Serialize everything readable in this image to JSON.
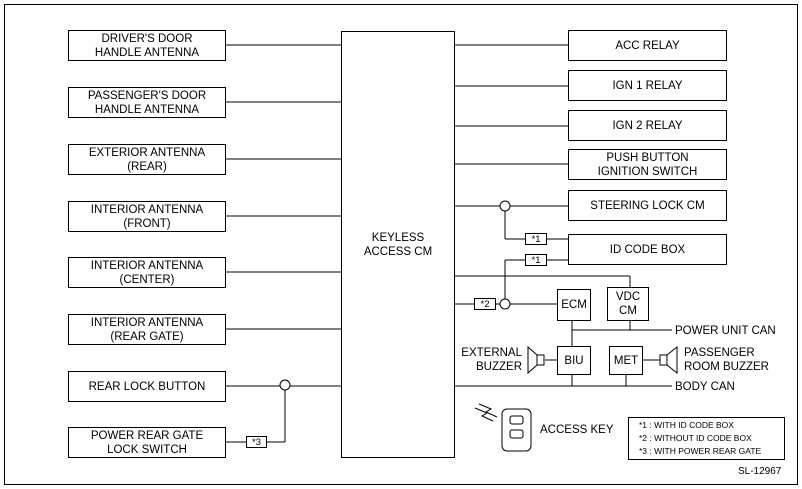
{
  "left_components": [
    {
      "line1": "DRIVER'S DOOR",
      "line2": "HANDLE ANTENNA"
    },
    {
      "line1": "PASSENGER'S DOOR",
      "line2": "HANDLE ANTENNA"
    },
    {
      "line1": "EXTERIOR ANTENNA",
      "line2": "(REAR)"
    },
    {
      "line1": "INTERIOR ANTENNA",
      "line2": "(FRONT)"
    },
    {
      "line1": "INTERIOR ANTENNA",
      "line2": "(CENTER)"
    },
    {
      "line1": "INTERIOR ANTENNA",
      "line2": "(REAR GATE)"
    },
    {
      "line1": "REAR LOCK BUTTON",
      "line2": ""
    },
    {
      "line1": "POWER REAR GATE",
      "line2": "LOCK SWITCH"
    }
  ],
  "center": {
    "line1": "KEYLESS",
    "line2": "ACCESS CM"
  },
  "right_components": [
    {
      "line1": "ACC RELAY",
      "line2": ""
    },
    {
      "line1": "IGN 1 RELAY",
      "line2": ""
    },
    {
      "line1": "IGN 2 RELAY",
      "line2": ""
    },
    {
      "line1": "PUSH BUTTON",
      "line2": "IGNITION SWITCH"
    },
    {
      "line1": "STEERING LOCK CM",
      "line2": ""
    },
    {
      "line1": "ID CODE BOX",
      "line2": ""
    }
  ],
  "network": {
    "ecm": "ECM",
    "vdc_line1": "VDC",
    "vdc_line2": "CM",
    "biu": "BIU",
    "met": "MET",
    "power_unit_can": "POWER UNIT CAN",
    "body_can": "BODY CAN"
  },
  "external_buzzer": {
    "line1": "EXTERNAL",
    "line2": "BUZZER"
  },
  "passenger_buzzer": {
    "line1": "PASSENGER",
    "line2": "ROOM BUZZER"
  },
  "access_key": "ACCESS KEY",
  "tags": {
    "t1a": "*1",
    "t1b": "*1",
    "t2": "*2",
    "t3": "*3"
  },
  "notes": [
    {
      "mark": "*1",
      "text": ": WITH ID CODE BOX"
    },
    {
      "mark": "*2",
      "text": ": WITHOUT ID CODE BOX"
    },
    {
      "mark": "*3",
      "text": ": WITH POWER REAR GATE"
    }
  ],
  "figure_ref": "SL-12967"
}
